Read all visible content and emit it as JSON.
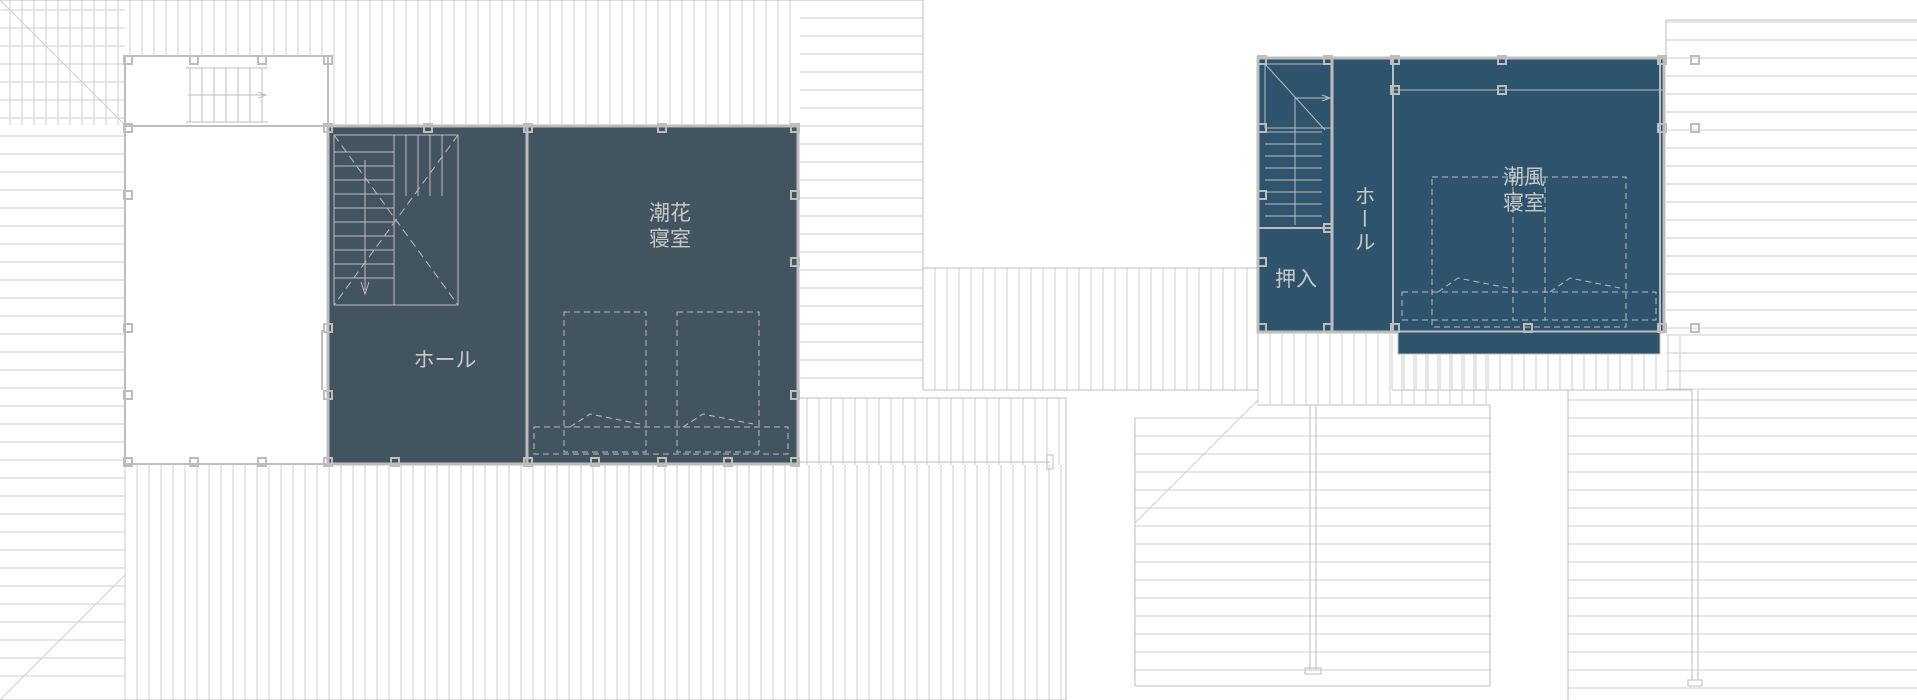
{
  "plan": {
    "colors": {
      "background": "#ffffff",
      "roof_line": "#cfcfcf",
      "room_fill_left": "#42545f",
      "room_fill_right": "#2e546d",
      "wall": "#bdbdbd",
      "label": "#c9c9c9"
    },
    "rooms": {
      "shioka_bedroom_line1": "潮花",
      "shioka_bedroom_line2": "寝室",
      "hall_left": "ホール",
      "hall_right": "ホール",
      "closet": "押入",
      "shiokaze_bedroom_line1": "潮風",
      "shiokaze_bedroom_line2": "寝室"
    },
    "icons": [
      "stair-arrow-icon"
    ]
  }
}
